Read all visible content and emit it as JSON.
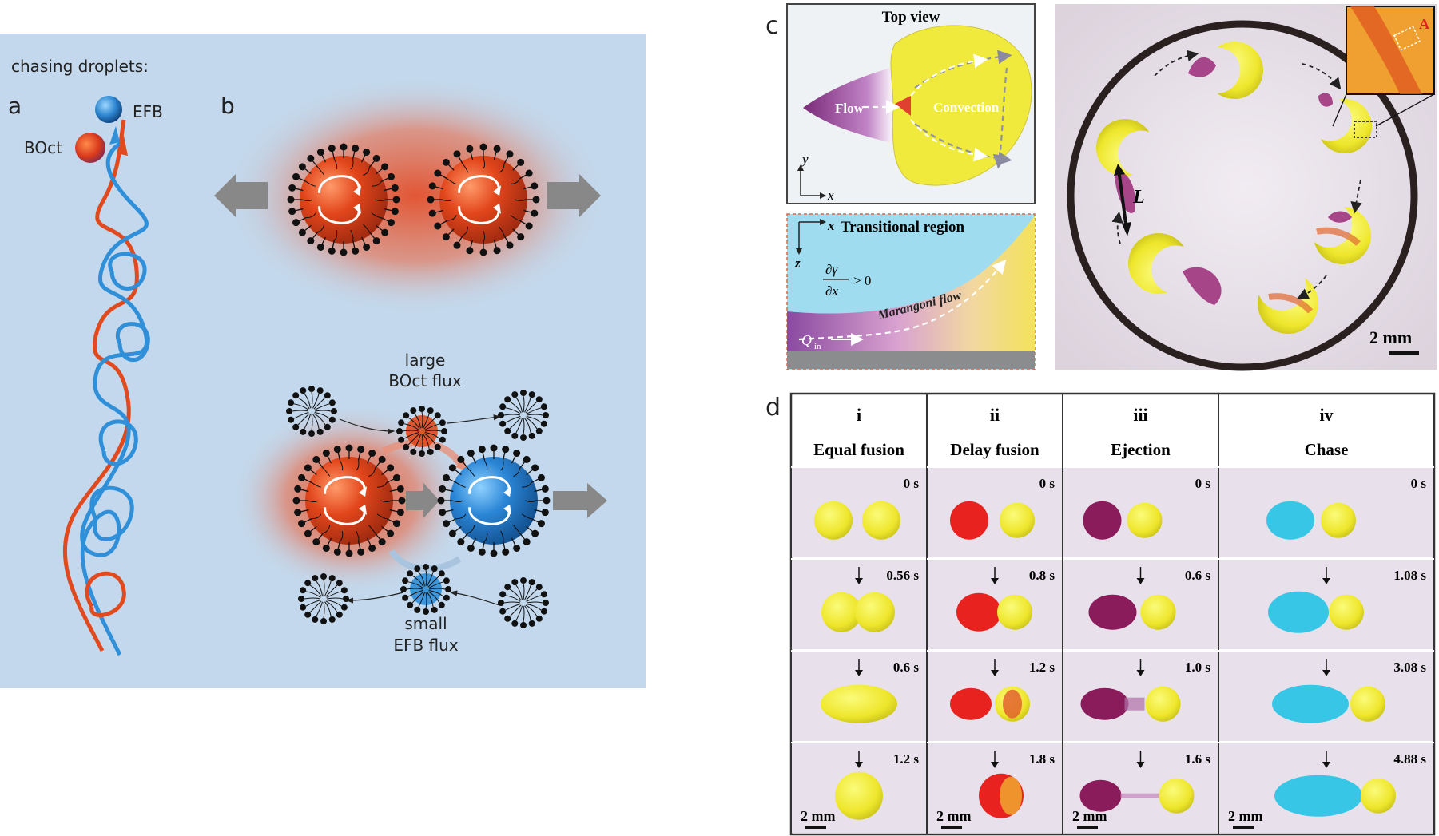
{
  "panel_a": {
    "caption": "chasing droplets:",
    "letter": "a",
    "efb_label": "EFB",
    "boct_label": "BOct"
  },
  "panel_b": {
    "letter": "b",
    "large_flux_line1": "large",
    "large_flux_line2": "BOct flux",
    "small_flux_line1": "small",
    "small_flux_line2": "EFB flux"
  },
  "panel_c": {
    "letter": "c",
    "top_view_title": "Top view",
    "flow_label": "Flow",
    "convection_label": "Convection",
    "axis_y": "y",
    "axis_x": "x",
    "transitional_title": "Transitional region",
    "axis_z": "z",
    "gradient_eq_top": "∂γ",
    "gradient_eq_bottom": "∂x",
    "gradient_eq_rel": "> 0",
    "marangoni_label": "Marangoni flow",
    "q_in": "Q",
    "q_in_sub": "in",
    "length_label": "L",
    "inset_label": "A",
    "scale_label": "2 mm"
  },
  "panel_d": {
    "letter": "d",
    "columns": [
      {
        "numeral": "i",
        "title": "Equal fusion",
        "times": [
          "0 s",
          "0.56 s",
          "0.6 s",
          "1.2 s"
        ],
        "scale": "2 mm"
      },
      {
        "numeral": "ii",
        "title": "Delay fusion",
        "times": [
          "0 s",
          "0.8 s",
          "1.2 s",
          "1.8 s"
        ],
        "scale": "2 mm"
      },
      {
        "numeral": "iii",
        "title": "Ejection",
        "times": [
          "0 s",
          "0.6 s",
          "1.0 s",
          "1.6 s"
        ],
        "scale": "2 mm"
      },
      {
        "numeral": "iv",
        "title": "Chase",
        "times": [
          "0 s",
          "1.08 s",
          "3.08 s",
          "4.88 s"
        ],
        "scale": "2 mm"
      }
    ]
  },
  "colors": {
    "panel_bg": "#c3d8ec",
    "boct_orange": "#e04a1e",
    "efb_blue": "#2f8fd8",
    "droplet_yellow": "#f2ee2e",
    "dye_purple": "#8a1c5c",
    "dye_red": "#e8231f",
    "dye_cyan": "#38c6e6",
    "photo_bg": "#e9e2ec"
  }
}
